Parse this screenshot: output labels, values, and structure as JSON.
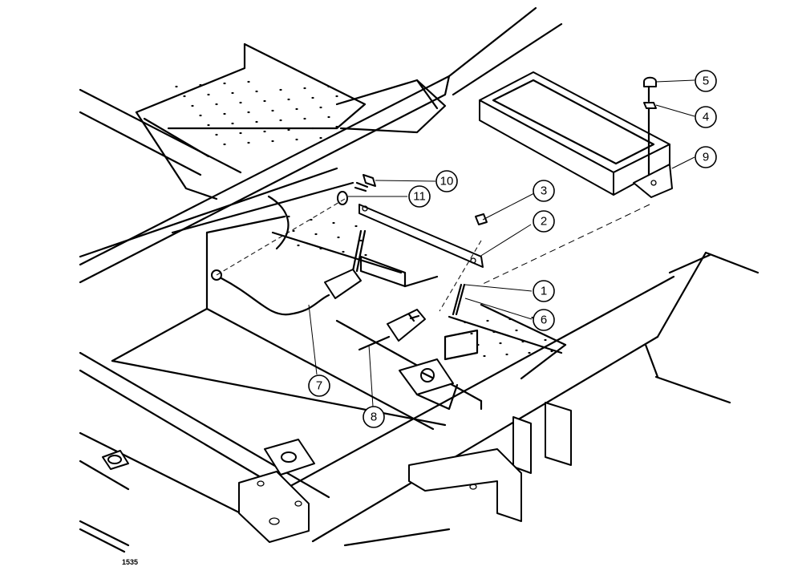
{
  "figure_number": "1535",
  "callouts": [
    {
      "id": "c1",
      "label": "1"
    },
    {
      "id": "c2",
      "label": "2"
    },
    {
      "id": "c3",
      "label": "3"
    },
    {
      "id": "c4",
      "label": "4"
    },
    {
      "id": "c5",
      "label": "5"
    },
    {
      "id": "c6",
      "label": "6"
    },
    {
      "id": "c7",
      "label": "7"
    },
    {
      "id": "c8",
      "label": "8"
    },
    {
      "id": "c9",
      "label": "9"
    },
    {
      "id": "c10",
      "label": "10"
    },
    {
      "id": "c11",
      "label": "11"
    }
  ]
}
